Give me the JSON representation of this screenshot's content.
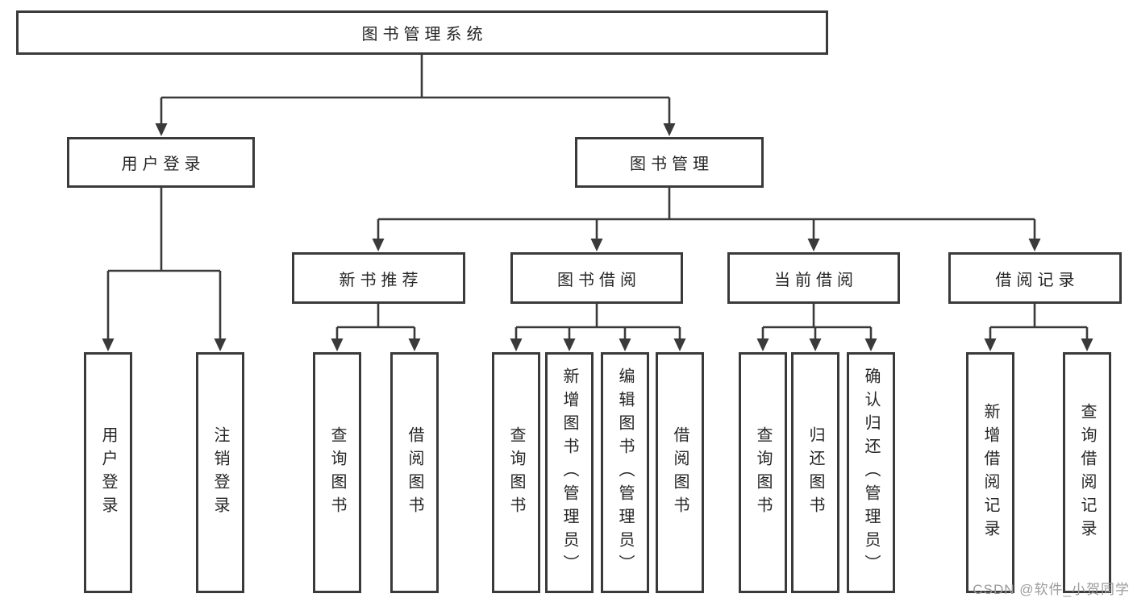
{
  "tree": {
    "label": "图书管理系统",
    "children": [
      {
        "label": "用户登录",
        "children": [
          {
            "label": "用户登录"
          },
          {
            "label": "注销登录"
          }
        ]
      },
      {
        "label": "图书管理",
        "children": [
          {
            "label": "新书推荐",
            "children": [
              {
                "label": "查询图书"
              },
              {
                "label": "借阅图书"
              }
            ]
          },
          {
            "label": "图书借阅",
            "children": [
              {
                "label": "查询图书"
              },
              {
                "label": "新增图书（管理员）"
              },
              {
                "label": "编辑图书（管理员）"
              },
              {
                "label": "借阅图书"
              }
            ]
          },
          {
            "label": "当前借阅",
            "children": [
              {
                "label": "查询图书"
              },
              {
                "label": "归还图书"
              },
              {
                "label": "确认归还（管理员）"
              }
            ]
          },
          {
            "label": "借阅记录",
            "children": [
              {
                "label": "新增借阅记录"
              },
              {
                "label": "查询借阅记录"
              }
            ]
          }
        ]
      }
    ]
  },
  "watermark": {
    "text": "CSDN @软件_小贺同学"
  },
  "colors": {
    "line": "#3a3a3a",
    "box_border": "#3a3a3a",
    "text": "#262626",
    "background": "#ffffff",
    "watermark": "#9b9b9b"
  }
}
